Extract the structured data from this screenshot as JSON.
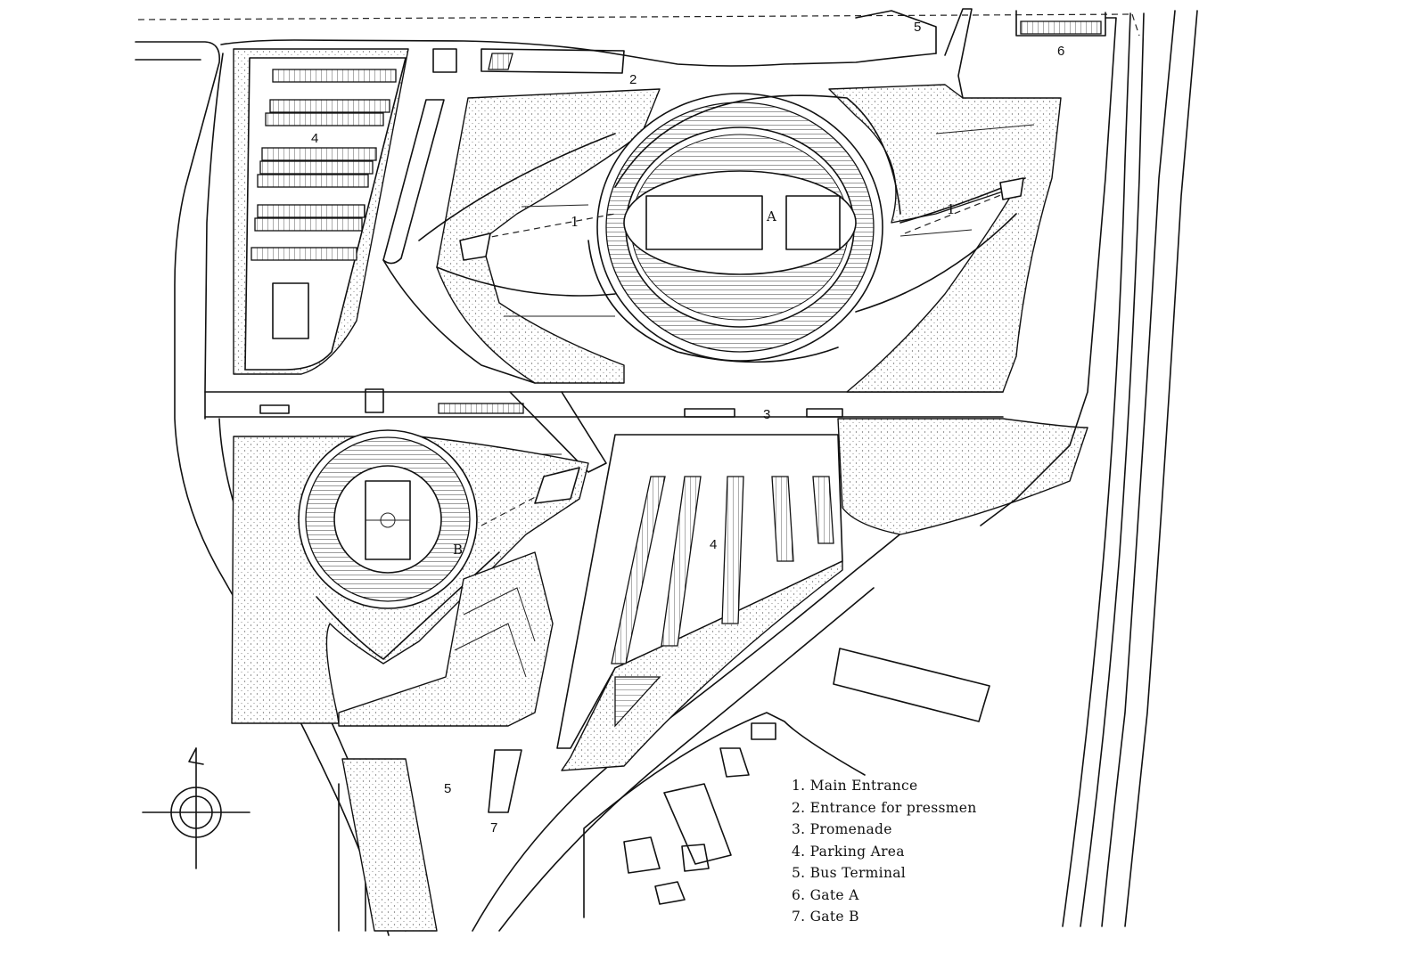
{
  "legend": {
    "items": [
      "1. Main Entrance",
      "2. Entrance for pressmen",
      "3. Promenade",
      "4. Parking Area",
      "5. Bus Terminal",
      "6. Gate A",
      "7. Gate B"
    ]
  },
  "plan_labels": {
    "stadium_a": "A",
    "arena_b": "B",
    "entrance_left": "1",
    "entrance_right": "1",
    "pressmen": "2",
    "promenade": "3",
    "parking_north": "4",
    "parking_center": "4",
    "bus_north": "5",
    "bus_south": "5",
    "gate_a": "6",
    "gate_b": "7"
  },
  "icons": {
    "north_arrow": "north-arrow-icon"
  }
}
